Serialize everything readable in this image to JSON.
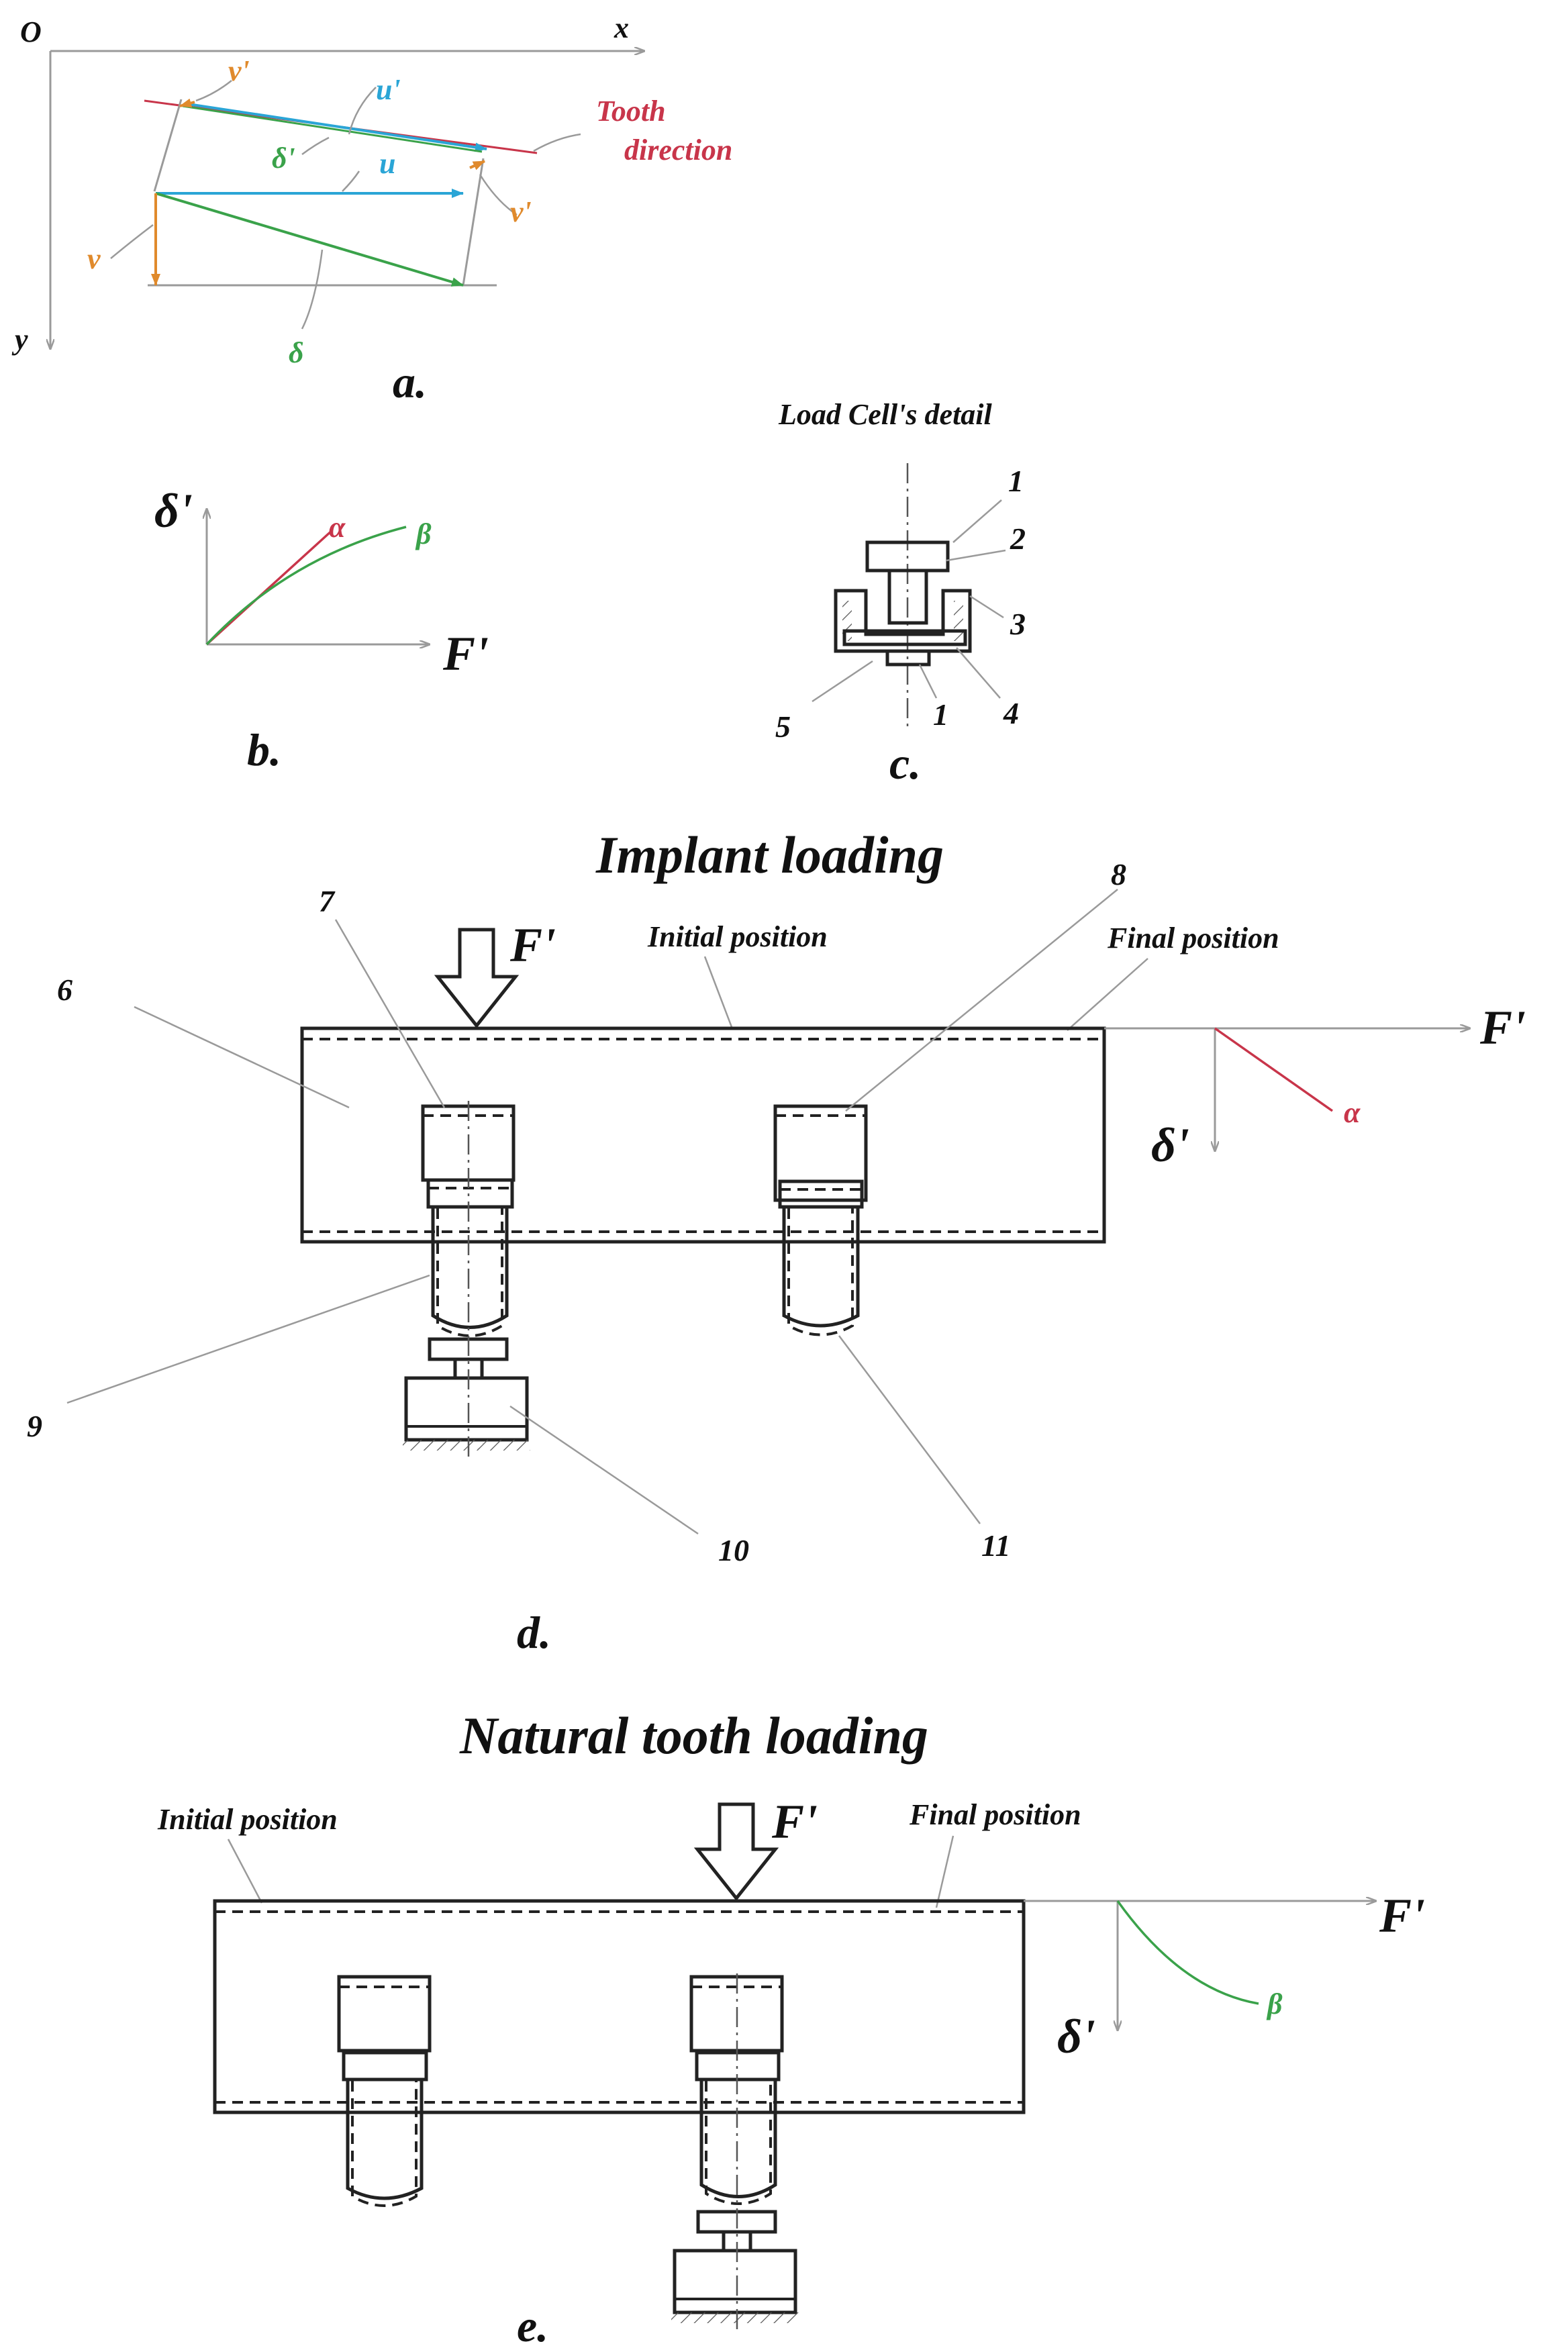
{
  "colors": {
    "u": "#2aa5d6",
    "v": "#e08a2c",
    "delta": "#3aa24a",
    "tooth": "#c8354a",
    "alpha": "#c8354a",
    "beta": "#3aa24a",
    "ink": "#111111",
    "thin": "#9a9a9a"
  },
  "panel_a": {
    "origin": "O",
    "x_axis": "x",
    "y_axis": "y",
    "v_prime_top": "v'",
    "u_prime": "u'",
    "delta_prime": "δ'",
    "u": "u",
    "v_prime_right": "v'",
    "v": "v",
    "delta": "δ",
    "tooth_direction_line1": "Tooth",
    "tooth_direction_line2": "direction",
    "caption": "a."
  },
  "panel_b": {
    "y_axis": "δ'",
    "x_axis": "F'",
    "alpha": "α",
    "beta": "β",
    "caption": "b."
  },
  "panel_c": {
    "title": "Load Cell's detail",
    "num_1_top": "1",
    "num_2": "2",
    "num_3": "3",
    "num_4": "4",
    "num_5": "5",
    "num_1_bottom": "1",
    "caption": "c."
  },
  "panel_d": {
    "heading": "Implant loading",
    "force_label": "F'",
    "initial_position": "Initial position",
    "final_position": "Final position",
    "axis_f": "F'",
    "axis_delta": "δ'",
    "alpha": "α",
    "num_6": "6",
    "num_7": "7",
    "num_8": "8",
    "num_9": "9",
    "num_10": "10",
    "num_11": "11",
    "caption": "d."
  },
  "panel_e": {
    "heading": "Natural tooth loading",
    "force_label": "F'",
    "initial_position": "Initial position",
    "final_position": "Final position",
    "axis_f": "F'",
    "axis_delta": "δ'",
    "beta": "β",
    "caption": "e."
  }
}
